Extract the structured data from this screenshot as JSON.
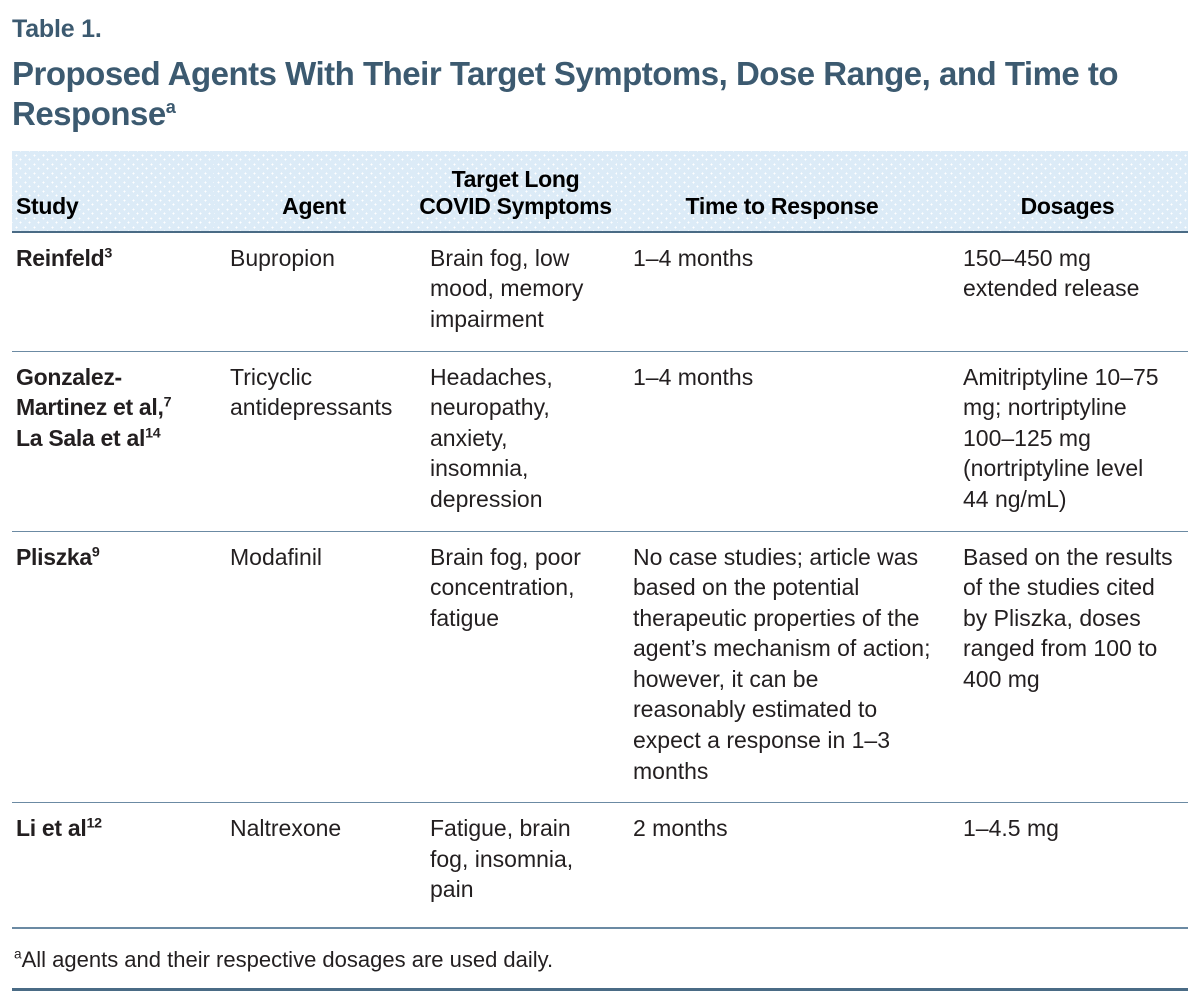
{
  "header": {
    "label": "Table 1.",
    "title": "Proposed Agents With Their Target Symptoms, Dose Range, and Time to Response",
    "title_superscript": "a",
    "accent_color": "#3c5a70",
    "header_row_bg": "#dcebf7",
    "rule_color": "#6b8aa3"
  },
  "table": {
    "columns": [
      {
        "key": "study",
        "label": "Study",
        "align": "left"
      },
      {
        "key": "agent",
        "label": "Agent",
        "align": "center"
      },
      {
        "key": "symptoms",
        "label_line1": "Target Long",
        "label_line2": "COVID Symptoms",
        "align": "center"
      },
      {
        "key": "time",
        "label": "Time to Response",
        "align": "center"
      },
      {
        "key": "dosages",
        "label": "Dosages",
        "align": "center"
      }
    ],
    "rows": [
      {
        "study": "Reinfeld",
        "study_sup": "3",
        "agent": "Bupropion",
        "symptoms": "Brain fog, low mood, memory impairment",
        "time": "1–4 months",
        "dosages": "150–450 mg extended release"
      },
      {
        "study": "Gonzalez-Martinez et al,",
        "study_sup": "7",
        "study_line2": "La Sala et al",
        "study_line2_sup": "14",
        "agent": "Tricyclic antidepressants",
        "symptoms": "Headaches, neuropathy, anxiety, insomnia, depression",
        "time": "1–4 months",
        "dosages": "Amitriptyline 10–75 mg; nortriptyline 100–125 mg (nortriptyline level 44 ng/mL)"
      },
      {
        "study": "Pliszka",
        "study_sup": "9",
        "agent": "Modafinil",
        "symptoms": "Brain fog, poor concentration, fatigue",
        "time": "No case studies; article was based on the potential therapeutic properties of the agent’s mechanism of action; however, it can be reasonably estimated to expect a response in 1–3 months",
        "dosages": "Based on the results of the studies cited by Pliszka, doses ranged from 100 to 400 mg"
      },
      {
        "study": "Li et al",
        "study_sup": "12",
        "agent": "Naltrexone",
        "symptoms": "Fatigue, brain fog, insomnia, pain",
        "time": "2 months",
        "dosages": "1–4.5 mg"
      }
    ]
  },
  "footnote": {
    "marker": "a",
    "text": "All agents and their respective dosages are used daily."
  }
}
